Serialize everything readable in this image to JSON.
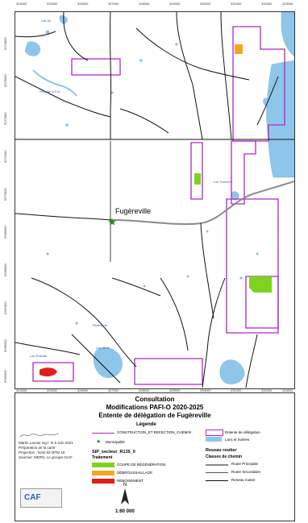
{
  "title": {
    "line1": "Consultation",
    "line2": "Modifications PAFI-O 2020-2025",
    "line3": "Entente de délégation de Fugèreville"
  },
  "top_ticks": [
    "324000",
    "325000",
    "326000",
    "327000",
    "328000",
    "329000",
    "330000",
    "331000",
    "332000",
    "333000"
  ],
  "bottom_ticks": [
    "324000",
    "325000",
    "326000",
    "327000",
    "328000",
    "329000",
    "330000",
    "331000",
    "332000",
    "333000"
  ],
  "side_ticks": [
    "5274000",
    "5273000",
    "5272000",
    "5271000",
    "5270000",
    "5269000",
    "5268000",
    "5267000",
    "5266000",
    "5265000"
  ],
  "lakes": {
    "a": "Lac du",
    "b": "Lac de la",
    "c": "Petit lac à Cul",
    "d": "Lac Tonnerre",
    "e": "Lac Roseau",
    "f": "Rivière du"
  },
  "town": "Fugèreville",
  "credits": {
    "author": "Martin Larose ing.f. le 9 Juin 2021",
    "prep": "Préparation de la carte",
    "projection": "Projection : NAD 83 MTM 10",
    "sources": "Sources: MERN, Le groupe IGAF"
  },
  "legend": {
    "header": "Légende",
    "construction": "CONSTRUCTION_ET REFECTION_CHEMIN",
    "delegation": "Entente de délégation",
    "lakes": "Lacs et rivières",
    "municipalite": "Municipalité",
    "sip": "SIP_secteur_R135_0",
    "traitement": "Traitement",
    "coupe": "COUPE DE RÉGÉNÉRATION",
    "debrous": "DÉBROUSSAILLAGE",
    "reboisement": "REBOISEMENT",
    "reseau": "Reseau routier",
    "classes": "Classes de chemin",
    "principale": "Route Principale",
    "secondaire": "Route Secondaire",
    "tertiaire": "Reseau routier"
  },
  "scale": "1:60 000",
  "north": "N",
  "logo": "CAF",
  "colors": {
    "water": "#8ec6ea",
    "delegation": "#b023c9",
    "coupe": "#7ed321",
    "debrous": "#f5a623",
    "reboisement": "#e0201b",
    "road": "#111111",
    "road_secondary": "#8a8a8a"
  }
}
